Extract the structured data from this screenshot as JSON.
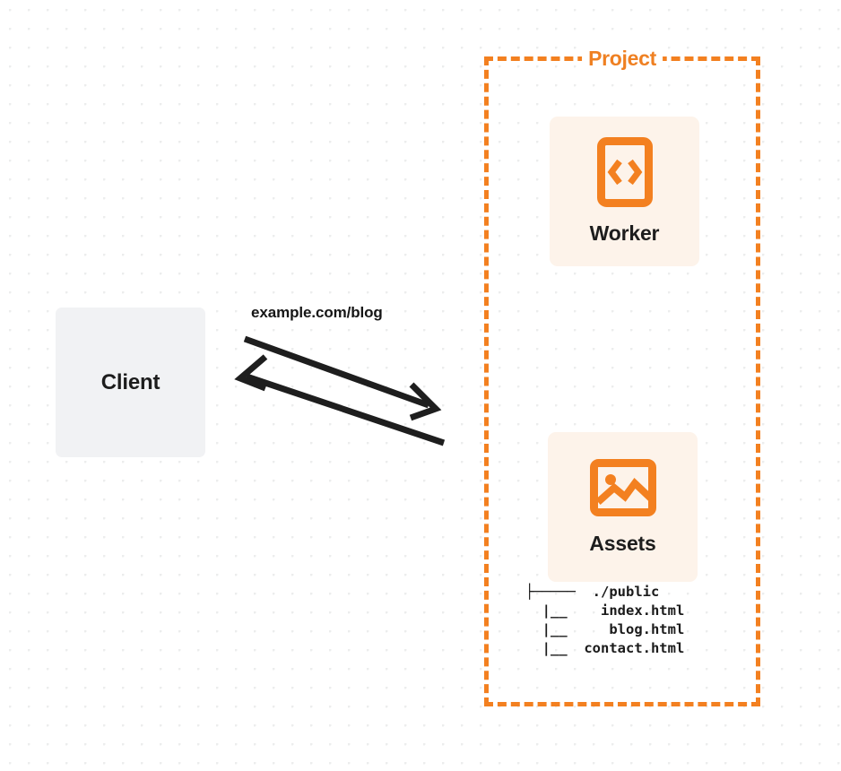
{
  "diagram": {
    "title": "Client to Project request flow",
    "colors": {
      "accent_orange": "#F38020",
      "frame_label_orange": "#EF8022",
      "card_background": "#FDF3EA",
      "client_background": "#F1F2F4",
      "text_dark": "#1D1D1D",
      "arrow_stroke": "#1E1E1E",
      "grid_dot": "#ECEDED",
      "canvas_background": "#FFFFFF"
    },
    "client": {
      "label": "Client"
    },
    "connection": {
      "label": "example.com/blog",
      "request_direction": "client-to-project",
      "response_direction": "project-to-client"
    },
    "project_frame": {
      "label": "Project",
      "border_style": "dashed"
    },
    "nodes": [
      {
        "id": "worker",
        "label": "Worker",
        "icon": "code-file-icon"
      },
      {
        "id": "assets",
        "label": "Assets",
        "icon": "image-icon"
      }
    ],
    "file_tree": {
      "root": {
        "branch": "├─────",
        "name": "./public"
      },
      "children": [
        {
          "branch": "|__",
          "name": "index.html"
        },
        {
          "branch": "|__",
          "name": "blog.html"
        },
        {
          "branch": "|__",
          "name": "contact.html"
        }
      ],
      "text": "├─────  ./public\n  |__    index.html\n  |__     blog.html\n  |__  contact.html"
    }
  }
}
